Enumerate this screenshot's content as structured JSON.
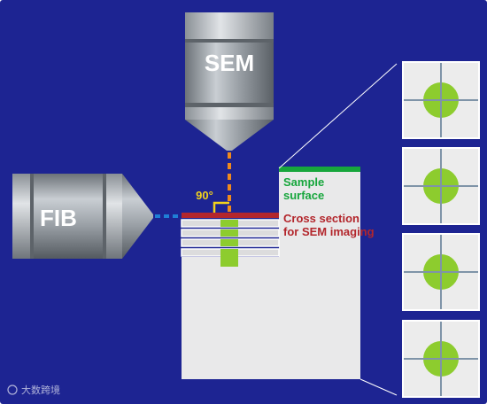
{
  "labels": {
    "sem": "SEM",
    "fib": "FIB",
    "angle": "90°",
    "sample_surface_line1": "Sample",
    "sample_surface_line2": "surface",
    "cross_section_line1": "Cross section",
    "cross_section_line2": "for SEM imaging"
  },
  "watermark": "大数跨境",
  "colors": {
    "background": "#1d2492",
    "sample_surface": "#17a63c",
    "cross_section": "#b3262c",
    "slice_fill": "#8dcc2e",
    "ion_beam": "#1f7fd6",
    "electron_beam": "#f08a1c",
    "angle_mark": "#f2d21c",
    "sample_block": "#e9e9ea",
    "panel_bg": "#ececec"
  },
  "slices": {
    "count": 4
  },
  "image_panels": {
    "count": 4
  }
}
